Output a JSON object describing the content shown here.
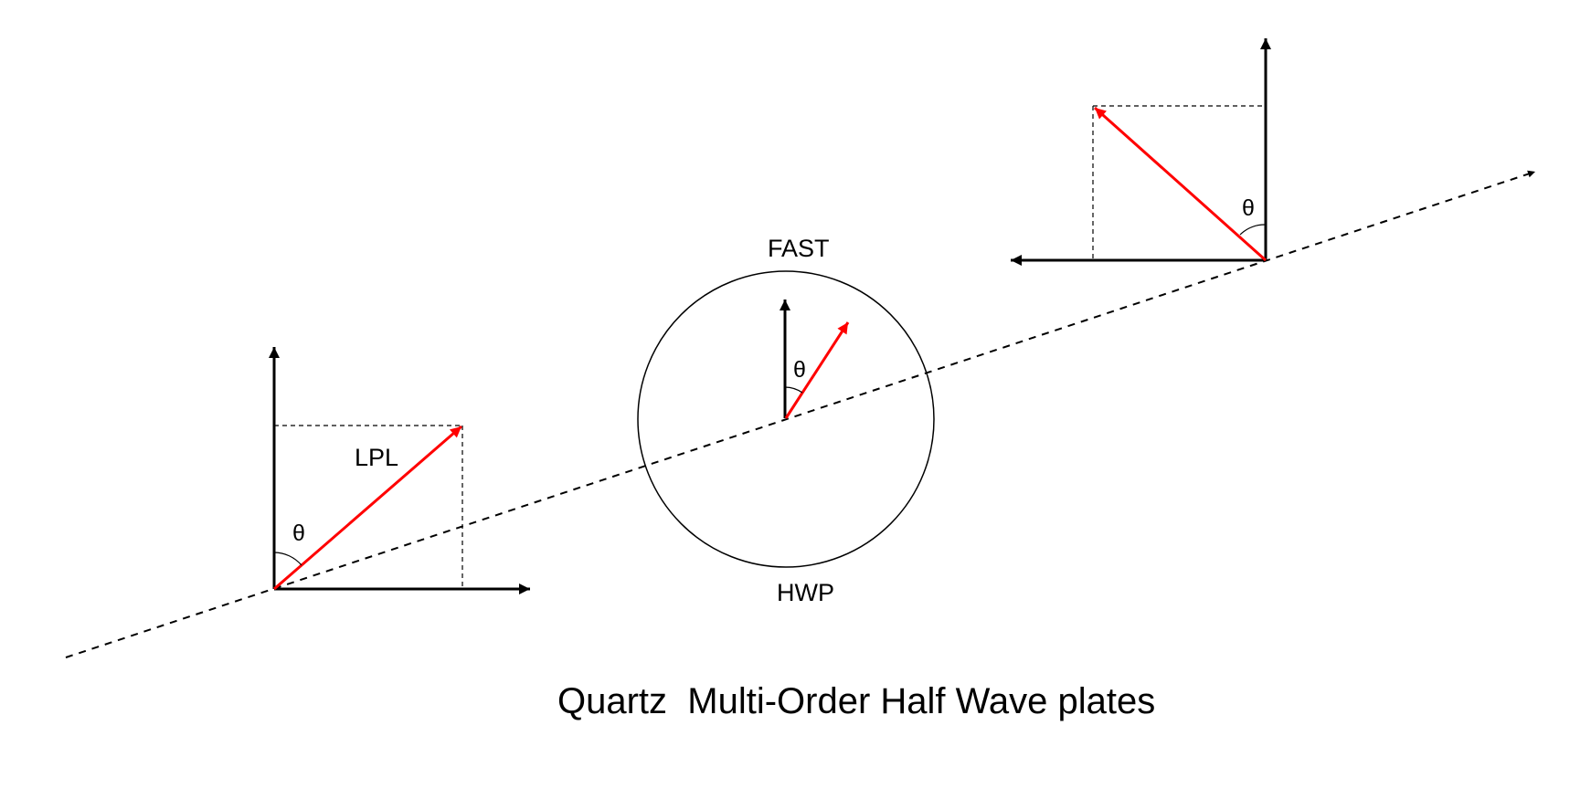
{
  "diagram": {
    "title": "Quartz  Multi-Order Half Wave plates",
    "labels": {
      "lpl": "LPL",
      "fast": "FAST",
      "hwp": "HWP",
      "theta_left": "θ",
      "theta_center": "θ",
      "theta_right": "θ"
    },
    "colors": {
      "polarization_vector": "#ff0000",
      "axes": "#000000",
      "beam_path": "#000000"
    }
  }
}
